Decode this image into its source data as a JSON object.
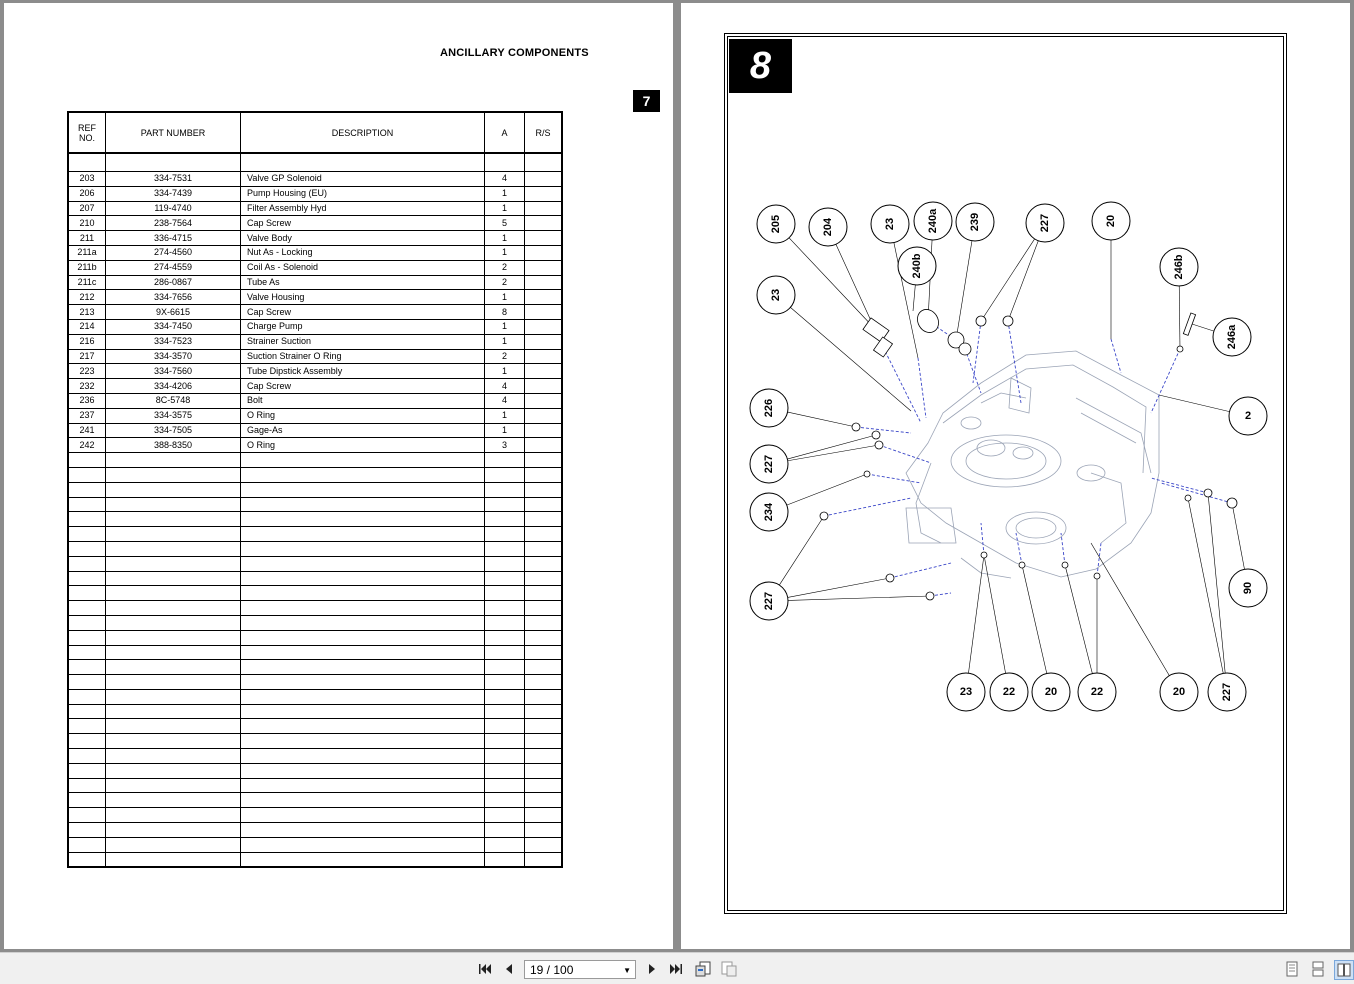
{
  "left_page": {
    "title": "ANCILLARY COMPONENTS",
    "section_number": "7",
    "table": {
      "headers": [
        "REF NO.",
        "PART NUMBER",
        "DESCRIPTION",
        "A",
        "R/S"
      ],
      "rows": [
        {
          "ref": "203",
          "part": "334-7531",
          "desc": "Valve GP Solenoid",
          "qty": "4"
        },
        {
          "ref": "206",
          "part": "334-7439",
          "desc": "Pump Housing (EU)",
          "qty": "1"
        },
        {
          "ref": "207",
          "part": "119-4740",
          "desc": "Filter Assembly Hyd",
          "qty": "1"
        },
        {
          "ref": "210",
          "part": "238-7564",
          "desc": "Cap Screw",
          "qty": "5"
        },
        {
          "ref": "211",
          "part": "336-4715",
          "desc": "Valve Body",
          "qty": "1"
        },
        {
          "ref": "211a",
          "part": "274-4560",
          "desc": "Nut As - Locking",
          "qty": "1"
        },
        {
          "ref": "211b",
          "part": "274-4559",
          "desc": "Coil As - Solenoid",
          "qty": "2"
        },
        {
          "ref": "211c",
          "part": "286-0867",
          "desc": "Tube As",
          "qty": "2"
        },
        {
          "ref": "212",
          "part": "334-7656",
          "desc": "Valve Housing",
          "qty": "1"
        },
        {
          "ref": "213",
          "part": "9X-6615",
          "desc": "Cap Screw",
          "qty": "8"
        },
        {
          "ref": "214",
          "part": "334-7450",
          "desc": "Charge Pump",
          "qty": "1"
        },
        {
          "ref": "216",
          "part": "334-7523",
          "desc": "Strainer Suction",
          "qty": "1"
        },
        {
          "ref": "217",
          "part": "334-3570",
          "desc": "Suction Strainer O Ring",
          "qty": "2"
        },
        {
          "ref": "223",
          "part": "334-7560",
          "desc": "Tube Dipstick Assembly",
          "qty": "1"
        },
        {
          "ref": "232",
          "part": "334-4206",
          "desc": "Cap Screw",
          "qty": "4"
        },
        {
          "ref": "236",
          "part": "8C-5748",
          "desc": "Bolt",
          "qty": "4"
        },
        {
          "ref": "237",
          "part": "334-3575",
          "desc": "O Ring",
          "qty": "1"
        },
        {
          "ref": "241",
          "part": "334-7505",
          "desc": "Gage-As",
          "qty": "1"
        },
        {
          "ref": "242",
          "part": "388-8350",
          "desc": "O Ring",
          "qty": "3"
        }
      ],
      "empty_row_count": 28
    }
  },
  "right_page": {
    "figure_number": "8",
    "callouts": [
      "205",
      "204",
      "23",
      "240a",
      "239",
      "227",
      "20",
      "240b",
      "246b",
      "23",
      "246a",
      "2",
      "226",
      "227",
      "234",
      "90",
      "227",
      "23",
      "22",
      "20",
      "22",
      "20",
      "227"
    ]
  },
  "toolbar": {
    "page_indicator": "19 / 100",
    "icons": [
      "first-page-icon",
      "previous-page-icon",
      "next-page-icon",
      "last-page-icon",
      "go-back-view-icon",
      "go-forward-view-icon",
      "single-page-view-icon",
      "continuous-view-icon",
      "two-page-view-icon"
    ]
  }
}
